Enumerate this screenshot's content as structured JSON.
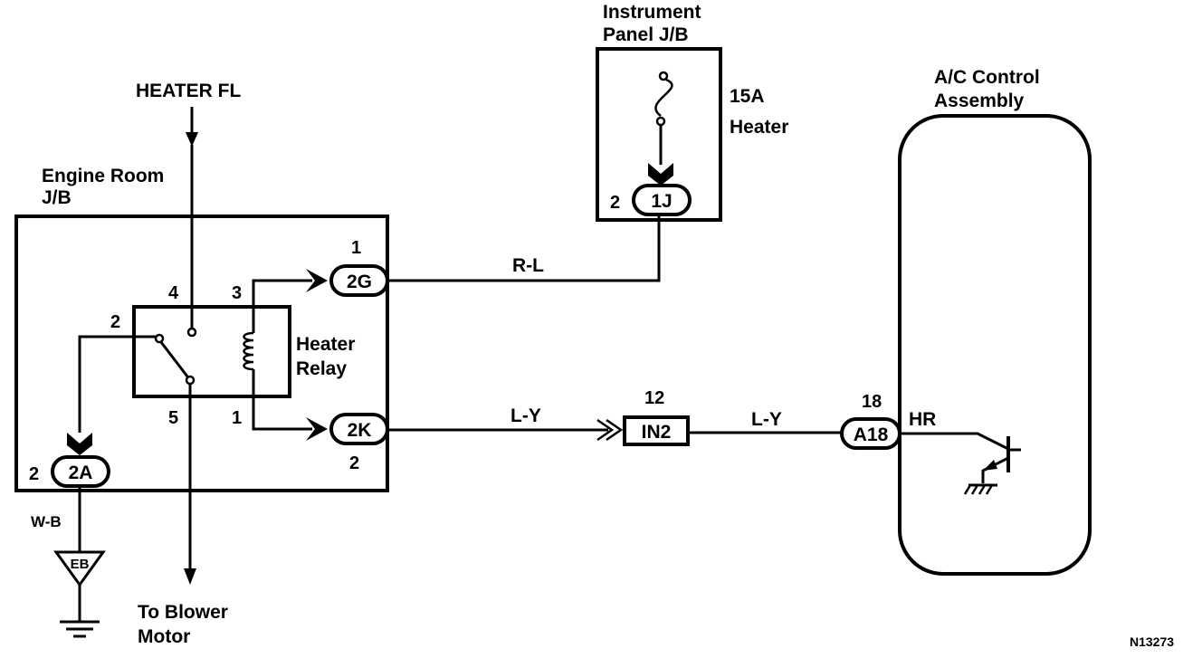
{
  "labels": {
    "heater_fl": "HEATER FL",
    "engine_room_jb_l1": "Engine Room",
    "engine_room_jb_l2": "J/B",
    "instrument_panel_l1": "Instrument",
    "instrument_panel_l2": "Panel J/B",
    "fuse_l1": "15A",
    "fuse_l2": "Heater",
    "ac_control_l1": "A/C Control",
    "ac_control_l2": "Assembly",
    "heater_relay_l1": "Heater",
    "heater_relay_l2": "Relay",
    "to_blower_l1": "To Blower",
    "to_blower_l2": "Motor",
    "diagram_id": "N13273"
  },
  "connectors": {
    "c1j": "1J",
    "c2g": "2G",
    "c2k": "2K",
    "c2a": "2A",
    "cin2": "IN2",
    "ca18": "A18"
  },
  "pins": {
    "p1j": "2",
    "p2g": "1",
    "p2k": "2",
    "p2a": "2",
    "relay4": "4",
    "relay3": "3",
    "relay2": "2",
    "relay5": "5",
    "relay1": "1",
    "pin_in2": "12",
    "pin_a18": "18"
  },
  "wires": {
    "rl": "R-L",
    "ly1": "L-Y",
    "ly2": "L-Y",
    "wb": "W-B"
  },
  "signals": {
    "hr": "HR"
  },
  "ground": {
    "eb": "EB"
  }
}
